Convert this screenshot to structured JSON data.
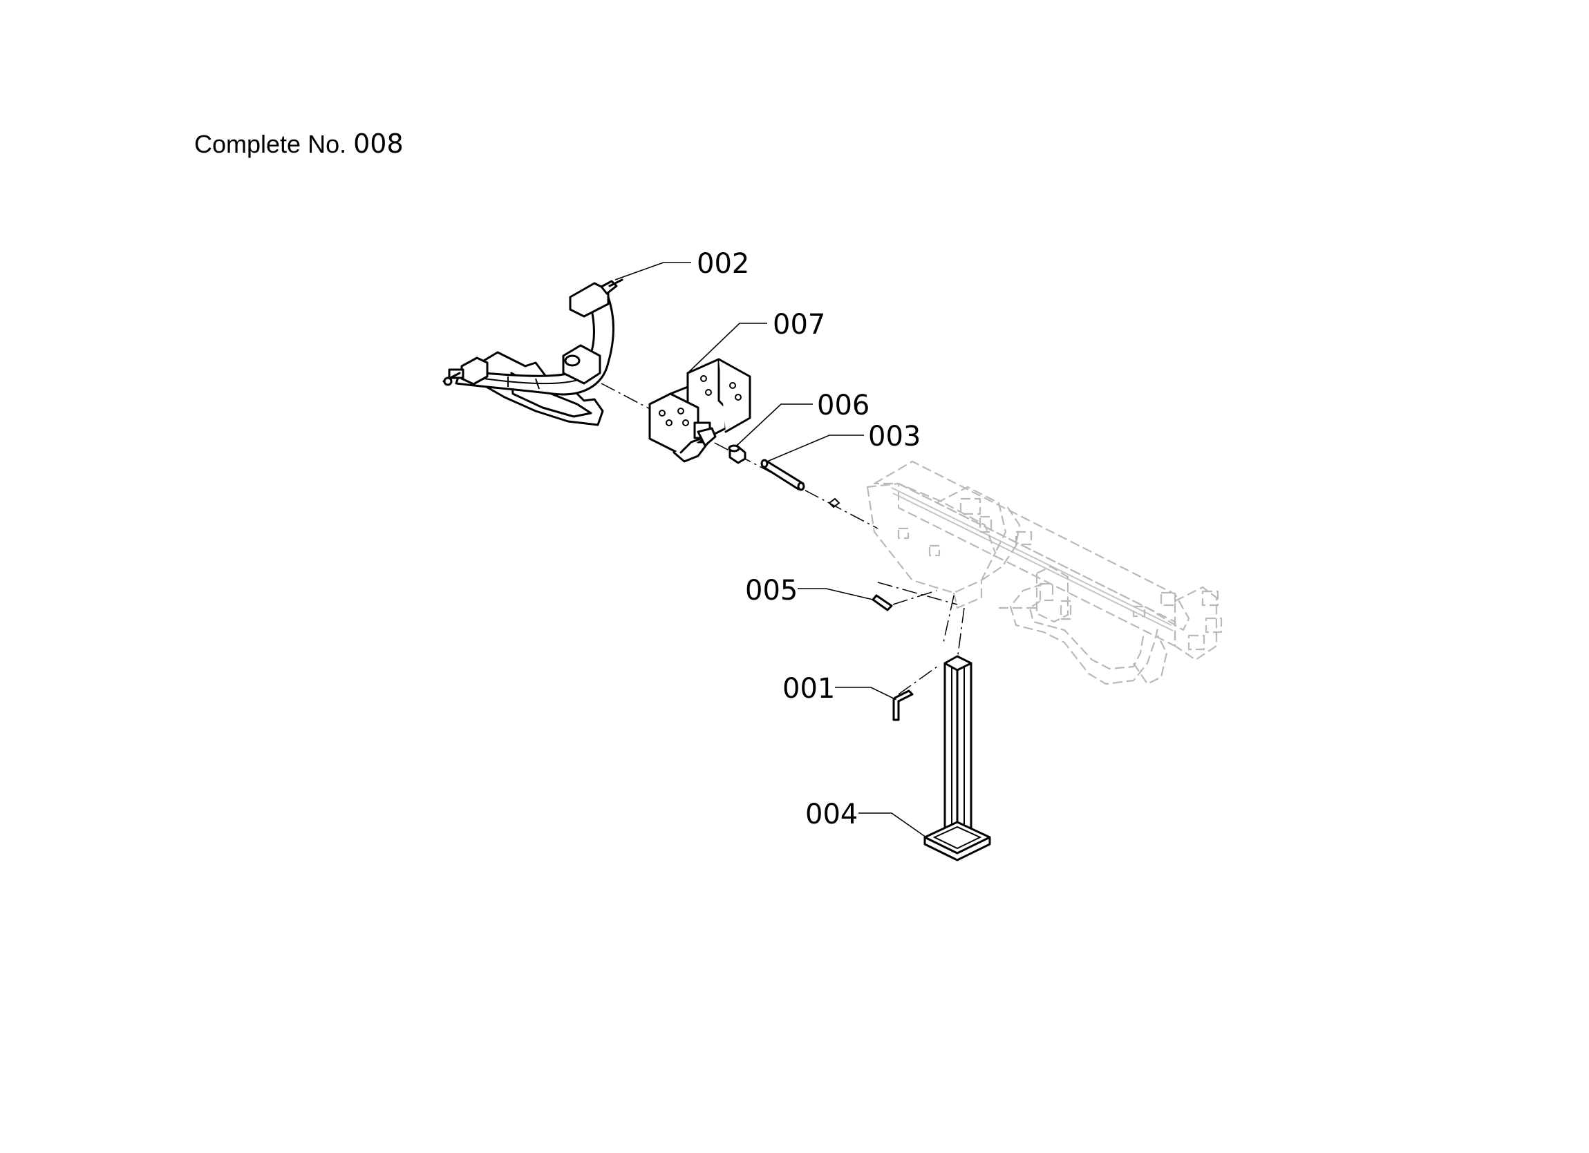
{
  "header": {
    "label": "Complete No.",
    "number": "008"
  },
  "callouts": [
    {
      "id": "002",
      "text": "002"
    },
    {
      "id": "007",
      "text": "007"
    },
    {
      "id": "006",
      "text": "006"
    },
    {
      "id": "003",
      "text": "003"
    },
    {
      "id": "005",
      "text": "005"
    },
    {
      "id": "001",
      "text": "001"
    },
    {
      "id": "004",
      "text": "004"
    }
  ]
}
